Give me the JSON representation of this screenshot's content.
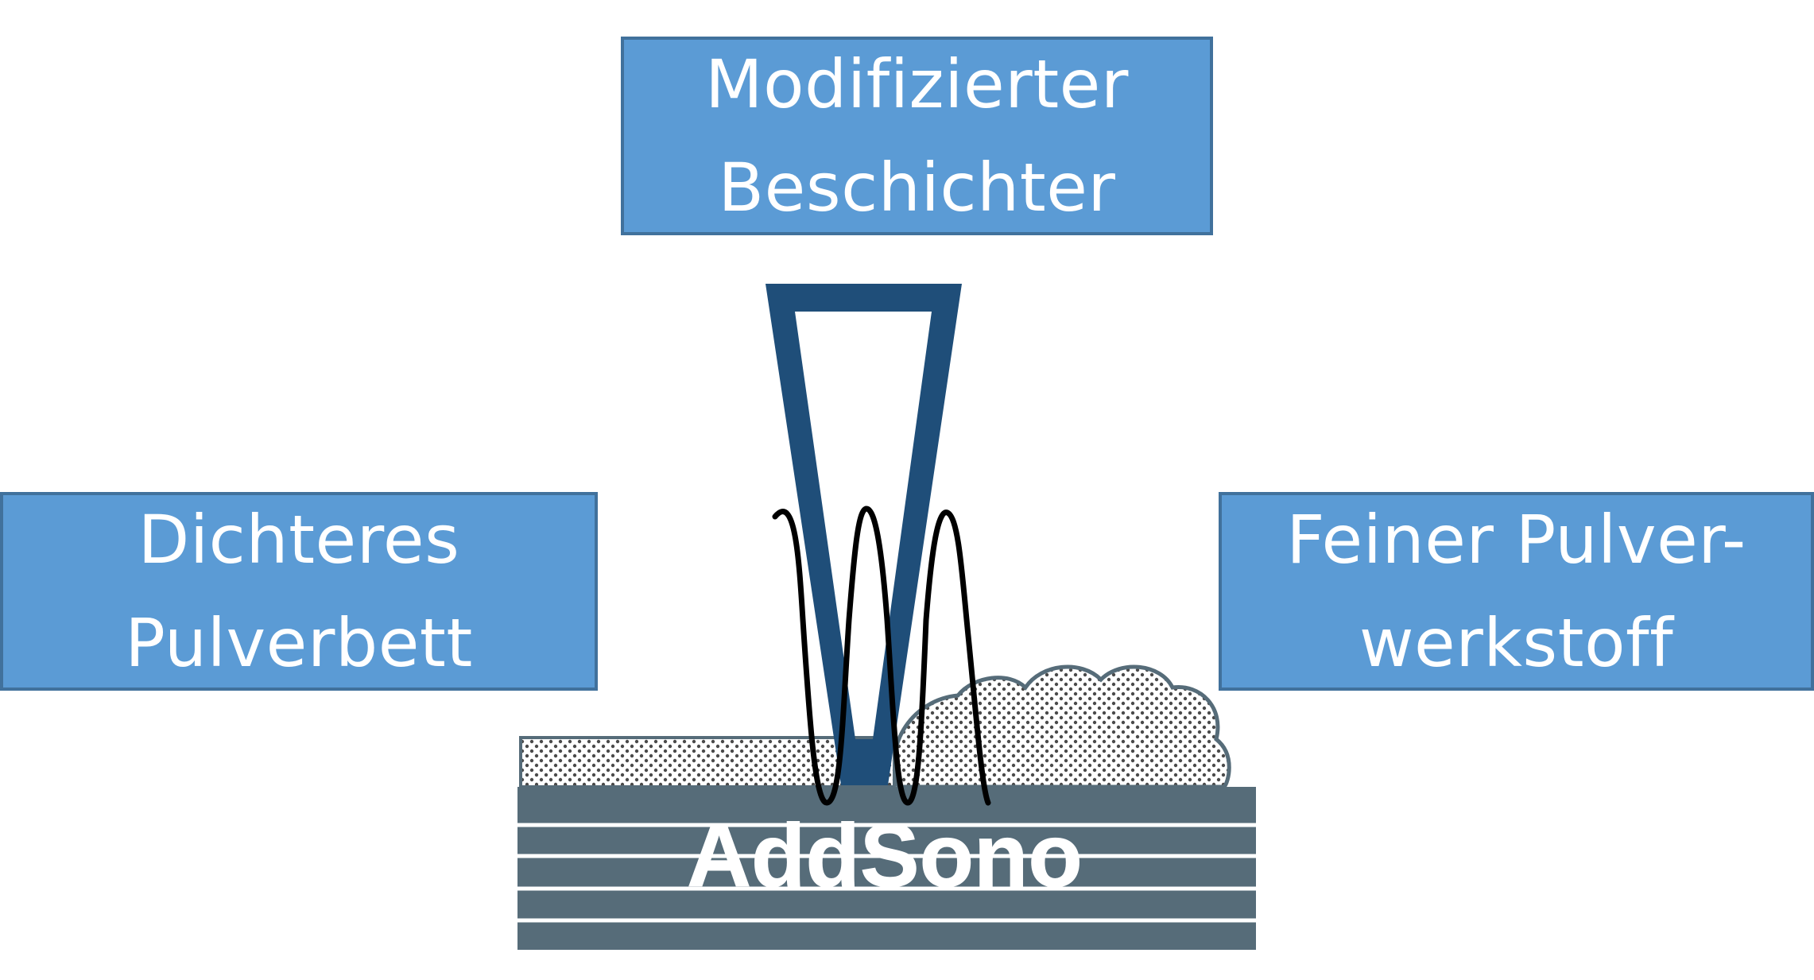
{
  "boxes": {
    "top": {
      "line1": "Modifizierter",
      "line2": "Beschichter"
    },
    "left": {
      "line1": "Dichteres",
      "line2": "Pulverbett"
    },
    "right": {
      "line1": "Feiner Pulver-",
      "line2": "werkstoff"
    }
  },
  "logo": {
    "text": "AddSono"
  },
  "colors": {
    "box_fill": "#5b9bd5",
    "box_border": "#41719c",
    "box_text": "#ffffff",
    "coater": "#1f4e79",
    "substrate": "#566c79",
    "substrate_lines": "#ffffff",
    "powder_dots": "#4a4a4a",
    "wave": "#000000"
  },
  "icons": [
    "coater-wedge-icon",
    "ultrasonic-wave-icon",
    "powder-cloud-icon"
  ]
}
